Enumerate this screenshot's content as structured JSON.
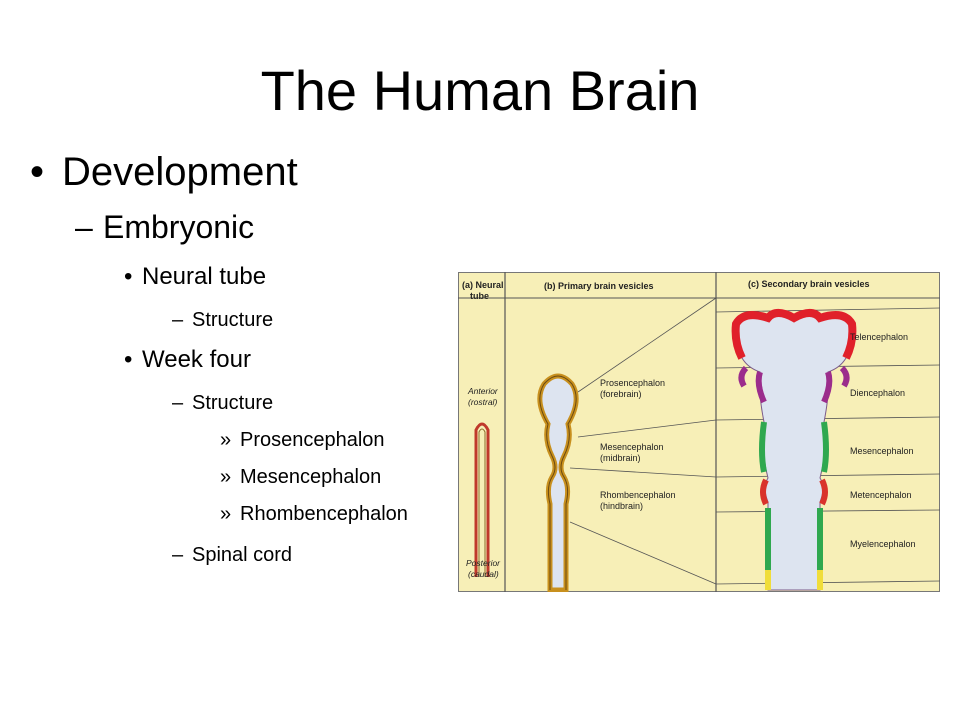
{
  "slide": {
    "title": "The Human Brain",
    "bullets": {
      "b1": {
        "marker": "•",
        "text": "Development"
      },
      "b2": {
        "marker": "–",
        "text": "Embryonic"
      },
      "b3": {
        "marker": "•",
        "text": "Neural tube"
      },
      "b4": {
        "marker": "–",
        "text": "Structure"
      },
      "b5": {
        "marker": "•",
        "text": "Week four"
      },
      "b6": {
        "marker": "–",
        "text": "Structure"
      },
      "b7": {
        "marker": "»",
        "text": "Prosencephalon"
      },
      "b8": {
        "marker": "»",
        "text": "Mesencephalon"
      },
      "b9": {
        "marker": "»",
        "text": "Rhombencephalon"
      },
      "b10": {
        "marker": "–",
        "text": "Spinal cord"
      }
    }
  },
  "figure": {
    "panel_a": {
      "line1": "(a) Neural",
      "line2": "tube",
      "anterior1": "Anterior",
      "anterior2": "(rostral)",
      "posterior1": "Posterior",
      "posterior2": "(caudal)"
    },
    "panel_b": {
      "heading": "(b) Primary brain vesicles",
      "pros1": "Prosencephalon",
      "pros2": "(forebrain)",
      "mes1": "Mesencephalon",
      "mes2": "(midbrain)",
      "rhomb1": "Rhombencephalon",
      "rhomb2": "(hindbrain)"
    },
    "panel_c": {
      "heading": "(c) Secondary brain vesicles",
      "labels": [
        "Telencephalon",
        "Diencephalon",
        "Mesencephalon",
        "Metencephalon",
        "Myelencephalon"
      ]
    },
    "colors": {
      "paper": "#f7efb7",
      "telencephalon": "#e0202a",
      "diencephalon": "#9b2d8c",
      "mesencephalon": "#2fa84f",
      "metencephalon": "#d9332b",
      "cord": "#f0dd3a",
      "vesicle": "#dde4f0"
    }
  }
}
